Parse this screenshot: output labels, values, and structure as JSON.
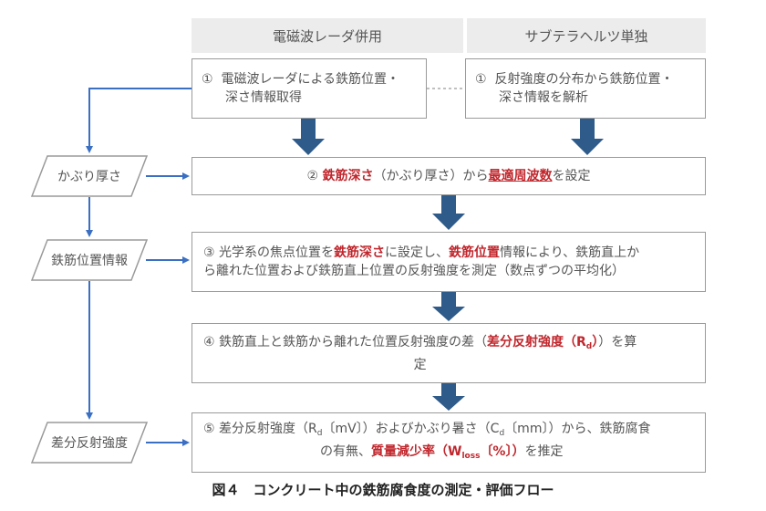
{
  "headers": {
    "left": "電磁波レーダ併用",
    "right": "サブテラヘルツ単独"
  },
  "step1_left": {
    "num": "①",
    "line1": "電磁波レーダによる鉄筋位置・",
    "line2": "深さ情報取得"
  },
  "step1_right": {
    "num": "①",
    "line1": "反射強度の分布から鉄筋位置・",
    "line2": "深さ情報を解析"
  },
  "step2": {
    "num": "②",
    "red1": "鉄筋深さ",
    "t1": "（かぶり厚さ）から",
    "red2": "最適周波数",
    "t2": "を設定"
  },
  "step3": {
    "num": "③",
    "t1": "光学系の焦点位置を",
    "red1": "鉄筋深さ",
    "t2": "に設定し、",
    "red2": "鉄筋位置",
    "t3": "情報により、鉄筋直上か",
    "line2": "ら離れた位置および鉄筋直上位置の反射強度を測定（数点ずつの平均化）"
  },
  "step4": {
    "num": "④",
    "t1": "鉄筋直上と鉄筋から離れた位置反射強度の差（",
    "red1": "差分反射強度（R",
    "red1_sub": "d",
    "red1_end": "）",
    "t2": "）を算",
    "line2": "定"
  },
  "step5": {
    "num": "⑤",
    "t1": "差分反射強度（R",
    "t1_sub": "d",
    "t2": "〔mV〕）およびかぶり暑さ（C",
    "t2_sub": "d",
    "t3": "〔mm〕）から、鉄筋腐食",
    "l2a": "の有無、",
    "red1": "質量減少率（W",
    "red1_sub": "loss",
    "red1_end": "〔%〕）",
    "l2b": "を推定"
  },
  "inputs": {
    "cover": "かぶり厚さ",
    "rebar_pos": "鉄筋位置情報",
    "diff_refl": "差分反射強度"
  },
  "caption": "図４　コンクリート中の鉄筋腐食度の測定・評価フロー",
  "colors": {
    "accent_arrow": "#2f5b8a",
    "side_arrow": "#3a6fc4",
    "highlight": "#c0272d"
  }
}
